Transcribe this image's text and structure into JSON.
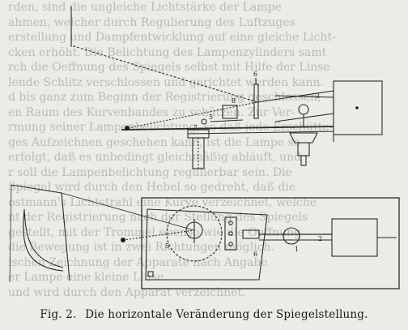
{
  "caption": {
    "figure_label": "Fig. 2.",
    "text": "Die horizontale Veränderung der Spiegelstellung."
  },
  "labels": {
    "top_mirror": "6",
    "top_arm": "3",
    "top_box_dot": "•",
    "top_eight": "8",
    "top_seven": "7",
    "top_five": "5",
    "bottom_arm": "2",
    "bottom_mirror": "6",
    "bottom_one": "1",
    "bottom_five": "5"
  },
  "bleed_text": [
    "rden, sind die ungleiche Lichtstärke der Lampe",
    "ahmen, welcher durch Regulierung des Luftzuges",
    "erstellung und Dampfentwicklung auf eine gleiche Licht-",
    "cken erhöht. Die Belichtung des Lampenzylinders samt",
    "rch die Oeffnung des Spiegels selbst mit Hilfe der Linse",
    "lende Schlitz verschlossen und gerichtet werden kann.",
    "d bis ganz zum Beginn der Registrierung geschlossen,",
    "en Raum des Kurvenbandes zu schützen. Zur Ver-",
    "rmung seiner Lampenbelichtung, so daß jede Erschütte-",
    "ges Aufzeichnen geschehen kann, ist die Lampe so",
    "erfolgt, daß es unbedingt gleichmäßig abläuft, und",
    "r soll die Lampenbelichtung regulierbar sein. Die",
    "Spiegel wird durch den Hebel so gedreht, daß die",
    "ostmann's Lichtstrahl eine Kurve verzeichnet, welche",
    "nt der Registrierung nach der Stellung des Spiegels",
    "gestellt, mit der Trommel ebenso wie die Oeffnung",
    "die Bewegung ist in zwei Richtungen möglich.",
    "ischen Zeichnung der Apparate nach Angabe",
    "er Lampe eine kleine Linse.",
    "und wird durch den Apparat verzeichnet."
  ]
}
